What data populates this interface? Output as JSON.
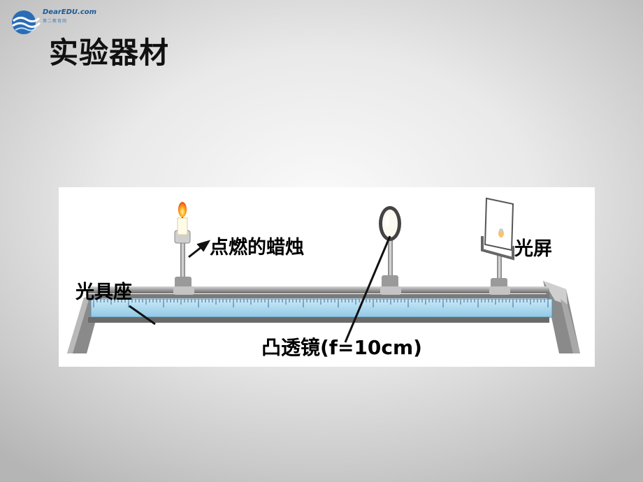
{
  "logo": {
    "brand": "DearEDU.com",
    "tagline": "第二教育网",
    "icon": "dearedu-logo-icon"
  },
  "slide": {
    "title": "实验器材"
  },
  "diagram": {
    "labels": {
      "candle": "点燃的蜡烛",
      "screen": "光屏",
      "bench": "光具座",
      "lens": "凸透镜(f=10cm)"
    }
  }
}
